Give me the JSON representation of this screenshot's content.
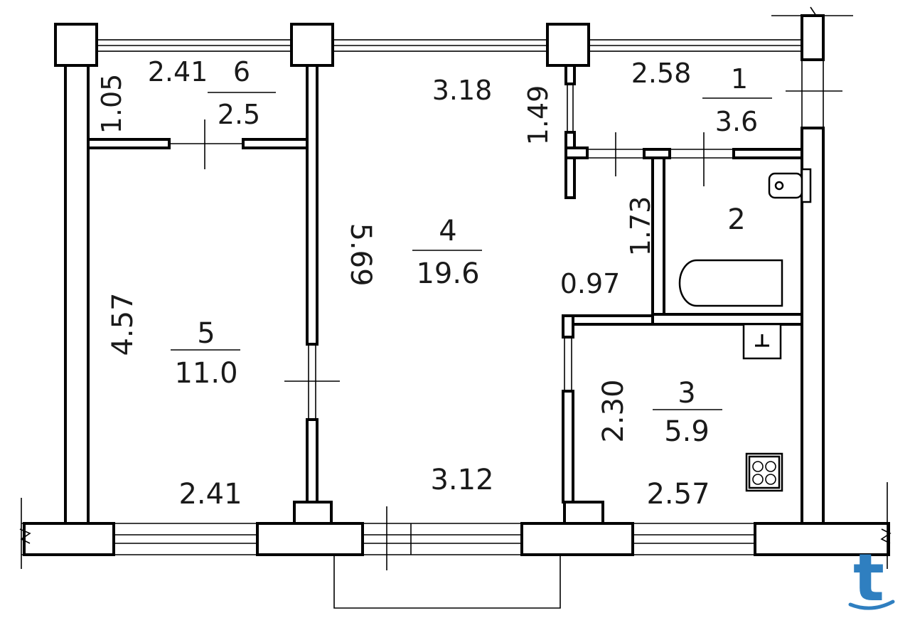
{
  "rooms": [
    {
      "number": "6",
      "area": "2.5"
    },
    {
      "number": "1",
      "area": "3.6"
    },
    {
      "number": "4",
      "area": "19.6"
    },
    {
      "number": "2",
      "area": ""
    },
    {
      "number": "5",
      "area": "11.0"
    },
    {
      "number": "3",
      "area": "5.9"
    }
  ],
  "dimensions": {
    "d_2_41_top": "2.41",
    "d_1_05": "1.05",
    "d_3_18": "3.18",
    "d_1_49": "1.49",
    "d_2_58": "2.58",
    "d_5_69": "5.69",
    "d_4_57": "4.57",
    "d_1_73": "1.73",
    "d_0_97": "0.97",
    "d_2_30": "2.30",
    "d_2_41_bottom": "2.41",
    "d_3_12": "3.12",
    "d_2_57": "2.57"
  },
  "watermark": {
    "glyph": "t",
    "color": "#2f7fc0"
  }
}
